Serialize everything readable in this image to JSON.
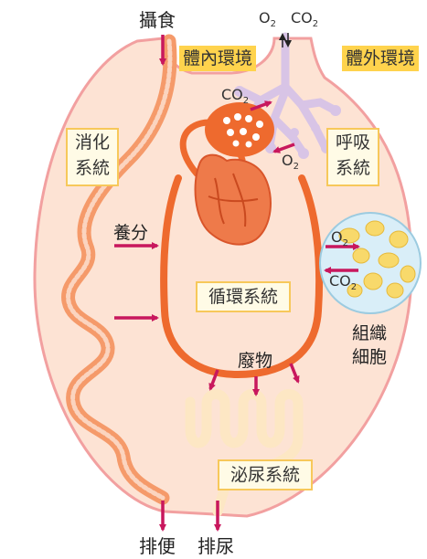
{
  "labels": {
    "ingestion": "攝食",
    "internal_env": "體內環境",
    "external_env": "體外環境",
    "digestive_system": [
      "消化",
      "系統"
    ],
    "respiratory_system": [
      "呼吸",
      "系統"
    ],
    "nutrients": "養分",
    "circulatory_system": "循環系統",
    "tissue_cells": [
      "組織",
      "細胞"
    ],
    "waste": "廢物",
    "urinary_system": "泌尿系統",
    "defecation": "排便",
    "urination": "排尿"
  },
  "gases": {
    "o2_base": "O",
    "co2_base": "CO",
    "subscript": "2"
  },
  "colors": {
    "body_fill": "#fde3d4",
    "body_outline": "#f2a0a0",
    "vessel": "#ee6a2e",
    "arrow": "#c8175d",
    "tag_bg": "#ffd34d",
    "box_border": "#f7c85a",
    "lung": "#d8c4e6",
    "kidney_tubule": "#fde7c4",
    "cell_bg": "#d9eef8",
    "cell": "#f8d96b"
  }
}
